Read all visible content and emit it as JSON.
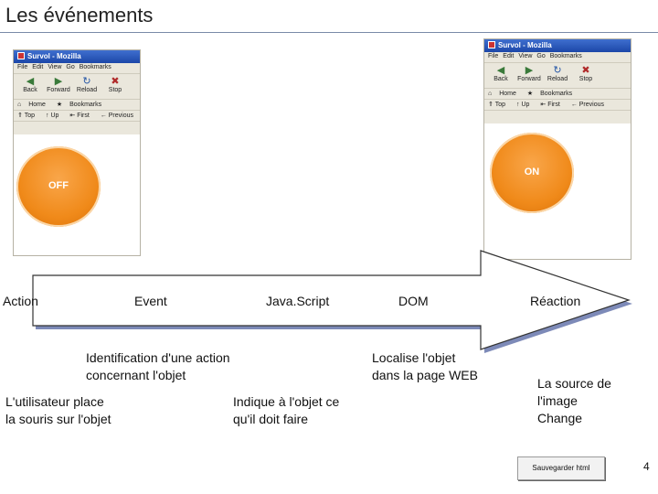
{
  "slide": {
    "title": "Les événements",
    "page_number": "4"
  },
  "browser": {
    "title": "Survol - Mozilla",
    "menu": [
      "File",
      "Edit",
      "View",
      "Go",
      "Bookmarks"
    ],
    "nav": {
      "back": "Back",
      "forward": "Forward",
      "reload": "Reload",
      "stop": "Stop"
    },
    "bookmarks": {
      "home": "Home",
      "bookmarks": "Bookmarks"
    },
    "sitenav": {
      "top": "Top",
      "up": "Up",
      "first": "First",
      "previous": "Previous"
    }
  },
  "states": {
    "off": "OFF",
    "on": "ON"
  },
  "flow": {
    "action": "Action",
    "event": "Event",
    "javascript": "Java.Script",
    "dom": "DOM",
    "reaction": "Réaction"
  },
  "notes": {
    "identification": [
      "Identification d'une action",
      "concernant l'objet"
    ],
    "user": [
      "L'utilisateur place",
      "la souris sur l'objet"
    ],
    "indicates": [
      "Indique à l'objet ce",
      "qu'il doit faire"
    ],
    "locates": [
      "Localise l'objet",
      "dans la page WEB"
    ],
    "source": [
      "La source de",
      "l'image",
      "Change"
    ]
  },
  "save_button": "Sauvegarder html"
}
